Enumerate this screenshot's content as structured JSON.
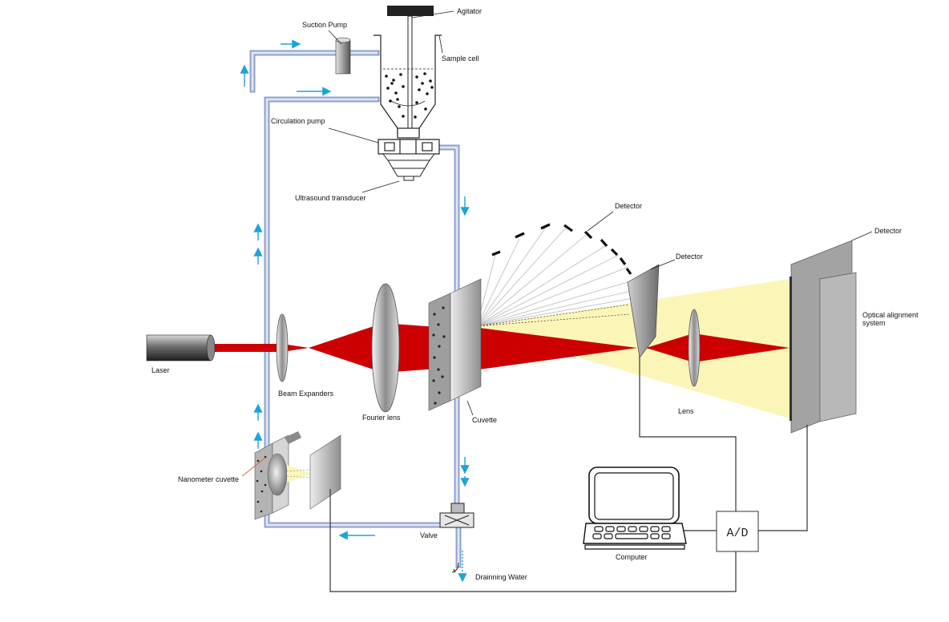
{
  "labels": {
    "agitator": "Agitator",
    "suction_pump": "Suction Pump",
    "sample_cell": "Sample cell",
    "circulation_pump": "Circulation pump",
    "ultrasound_transducer": "Ultrasound transducer",
    "detector_arc": "Detector",
    "detector_small": "Detector",
    "detector_large": "Detector",
    "optical_alignment_1": "Optical alignment",
    "optical_alignment_2": "system",
    "laser": "Laser",
    "beam_expanders": "Beam Expanders",
    "fourier_lens": "Fourier lens",
    "cuvette": "Cuvette",
    "lens": "Lens",
    "nanometer_cuvette": "Nanometer cuvette",
    "valve": "Valve",
    "draining_water": "Drainning Water",
    "computer": "Computer",
    "ad_converter": "A/D"
  },
  "colors": {
    "laser_beam": "#cc0000",
    "scattered_light": "#fbf6b8",
    "pipe": "#a9b9dc",
    "flow_arrow": "#1ea3d6"
  }
}
